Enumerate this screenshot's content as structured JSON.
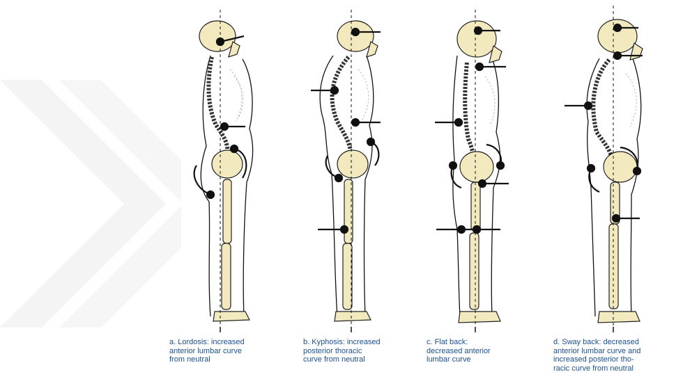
{
  "panels": [
    {
      "id": "a",
      "caption_lines": [
        "a. Lordosis: increased",
        "anterior lumbar curve",
        "from neutral"
      ]
    },
    {
      "id": "b",
      "caption_lines": [
        "b. Kyphosis: increased",
        "posterior thoracic",
        "curve from neutral"
      ]
    },
    {
      "id": "c",
      "caption_lines": [
        "c. Flat back:",
        "decreased anterior",
        "lumbar curve"
      ]
    },
    {
      "id": "d",
      "caption_lines": [
        "d. Sway back: decreased",
        "anterior lumbar curve and",
        "increased posterior tho-",
        "racic curve from neutral"
      ]
    }
  ],
  "colors": {
    "bone": "#f3e9bf",
    "outline": "#1a1a1a",
    "caption": "#1a4f8f",
    "watermark": "#f2f2f2"
  }
}
